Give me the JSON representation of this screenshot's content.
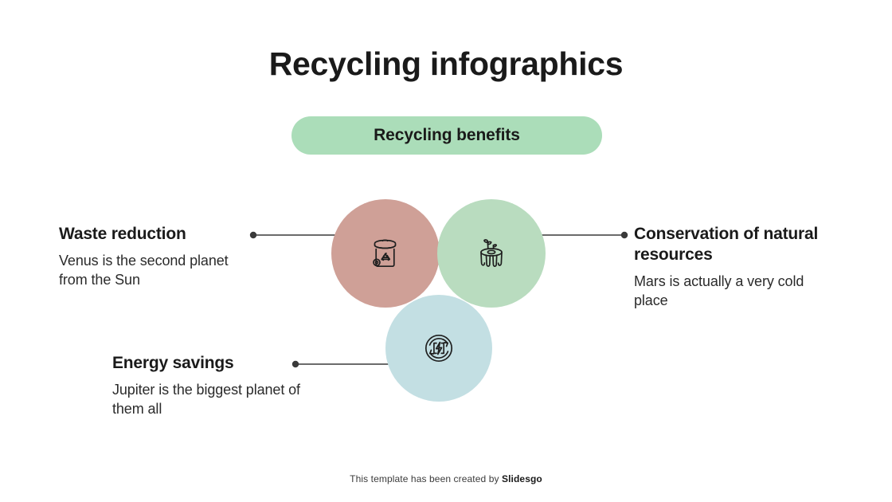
{
  "title": "Recycling infographics",
  "subtitle": {
    "label": "Recycling benefits",
    "background_color": "#abddb9"
  },
  "colors": {
    "background": "#ffffff",
    "text_primary": "#1a1a1a",
    "text_body": "#2b2b2b",
    "circle_waste": "#cfa097",
    "circle_conservation": "#b9dcbf",
    "circle_energy": "#c3dfe3",
    "connector_line": "#3a3a3a",
    "icon_stroke": "#1f1f1f"
  },
  "items": [
    {
      "id": "waste-reduction",
      "heading": "Waste reduction",
      "body": "Venus is the second planet from the Sun",
      "icon": "recycling-bin-icon",
      "circle_color": "#cfa097",
      "side": "left"
    },
    {
      "id": "conservation-of-natural-resources",
      "heading": "Conservation of natural resources",
      "body": "Mars is actually a very cold place",
      "icon": "tree-stump-sprout-icon",
      "circle_color": "#b9dcbf",
      "side": "right"
    },
    {
      "id": "energy-savings",
      "heading": "Energy savings",
      "body": "Jupiter is the biggest planet of them all",
      "icon": "energy-recycle-icon",
      "circle_color": "#c3dfe3",
      "side": "bottom-left"
    }
  ],
  "footer": {
    "text": "This template has been created by ",
    "brand": "Slidesgo"
  }
}
